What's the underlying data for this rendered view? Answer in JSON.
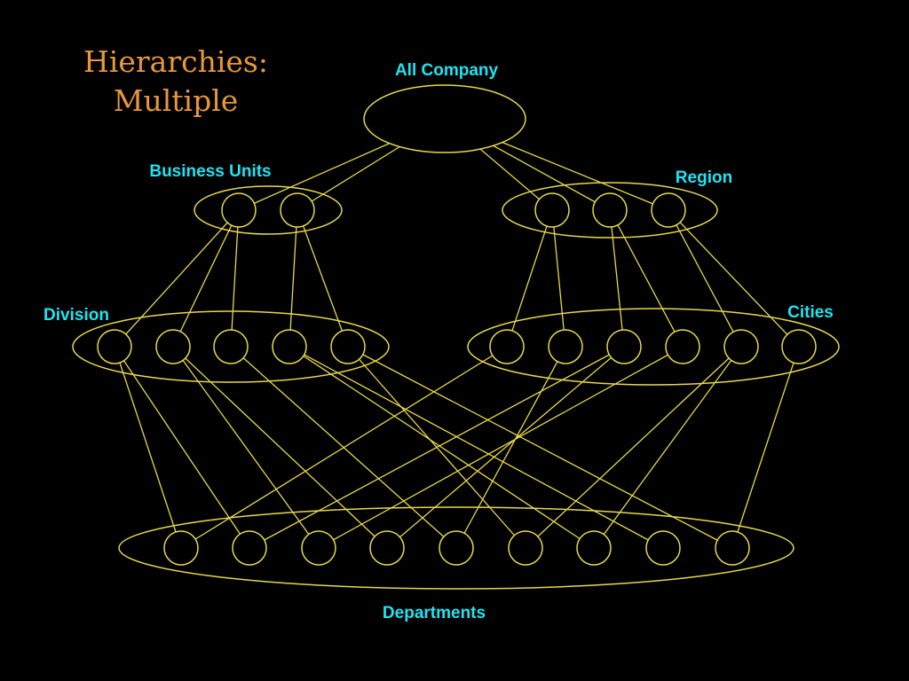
{
  "title": {
    "line1": "Hierarchies:",
    "line2": "Multiple"
  },
  "colors": {
    "background": "#000000",
    "title": "#e8973a",
    "label": "#22e3f0",
    "stroke": "#e8d84a"
  },
  "labels": {
    "all_company": "All Company",
    "business_units": "Business Units",
    "region": "Region",
    "division": "Division",
    "cities": "Cities",
    "departments": "Departments"
  },
  "hierarchy": {
    "levels": [
      {
        "id": "all_company",
        "count": 1
      },
      {
        "id": "business_units",
        "count": 2
      },
      {
        "id": "region",
        "count": 3
      },
      {
        "id": "division",
        "count": 5
      },
      {
        "id": "cities",
        "count": 6
      },
      {
        "id": "departments",
        "count": 9
      }
    ],
    "edges": [
      [
        "all_company",
        0,
        "business_units",
        0
      ],
      [
        "all_company",
        0,
        "business_units",
        1
      ],
      [
        "all_company",
        0,
        "region",
        0
      ],
      [
        "all_company",
        0,
        "region",
        1
      ],
      [
        "all_company",
        0,
        "region",
        2
      ],
      [
        "business_units",
        0,
        "division",
        0
      ],
      [
        "business_units",
        0,
        "division",
        1
      ],
      [
        "business_units",
        0,
        "division",
        2
      ],
      [
        "business_units",
        1,
        "division",
        3
      ],
      [
        "business_units",
        1,
        "division",
        4
      ],
      [
        "region",
        0,
        "cities",
        0
      ],
      [
        "region",
        0,
        "cities",
        1
      ],
      [
        "region",
        1,
        "cities",
        2
      ],
      [
        "region",
        1,
        "cities",
        3
      ],
      [
        "region",
        2,
        "cities",
        4
      ],
      [
        "region",
        2,
        "cities",
        5
      ],
      [
        "division",
        0,
        "departments",
        0
      ],
      [
        "division",
        0,
        "departments",
        1
      ],
      [
        "division",
        1,
        "departments",
        2
      ],
      [
        "division",
        1,
        "departments",
        3
      ],
      [
        "division",
        2,
        "departments",
        4
      ],
      [
        "division",
        3,
        "departments",
        6
      ],
      [
        "division",
        3,
        "departments",
        7
      ],
      [
        "division",
        4,
        "departments",
        8
      ],
      [
        "division",
        4,
        "departments",
        5
      ],
      [
        "cities",
        0,
        "departments",
        0
      ],
      [
        "cities",
        1,
        "departments",
        4
      ],
      [
        "cities",
        2,
        "departments",
        1
      ],
      [
        "cities",
        2,
        "departments",
        3
      ],
      [
        "cities",
        3,
        "departments",
        2
      ],
      [
        "cities",
        4,
        "departments",
        6
      ],
      [
        "cities",
        4,
        "departments",
        5
      ],
      [
        "cities",
        5,
        "departments",
        8
      ]
    ]
  }
}
